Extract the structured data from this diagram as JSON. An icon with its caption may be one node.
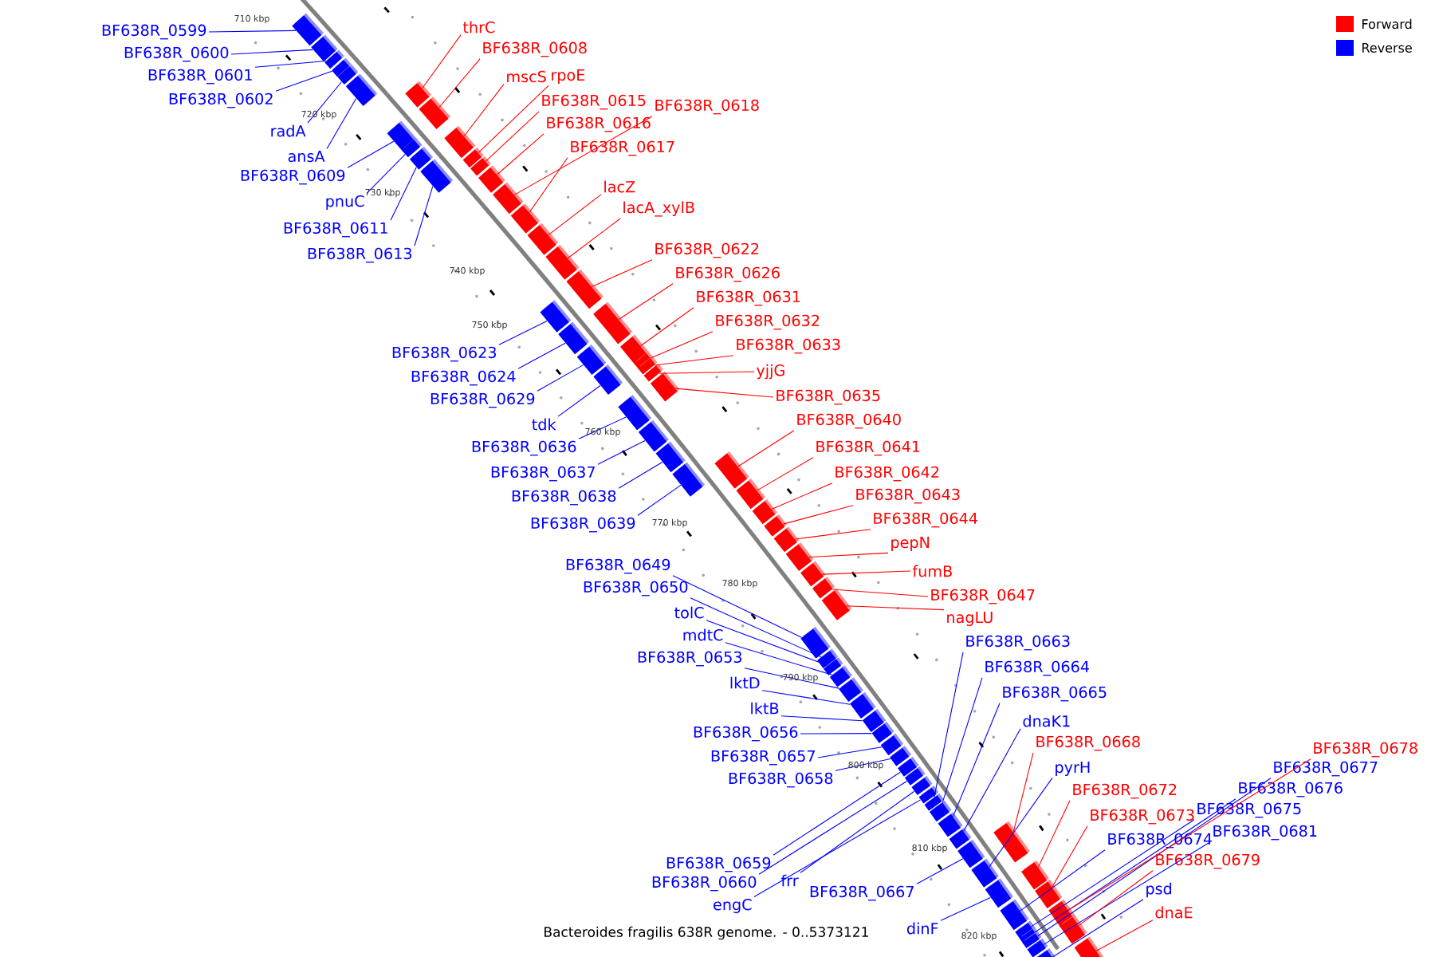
{
  "diagram": {
    "caption": "Bacteroides fragilis 638R genome. - 0..5373121",
    "nodes": [
      {
        "text": [
          "BF638R_0599"
        ]
      },
      {
        "text": [
          "BF638R_0600"
        ]
      },
      {
        "text": [
          "BF638R_0601"
        ]
      },
      {
        "text": [
          "BF638R_0602"
        ]
      },
      {
        "text": [
          "radA"
        ]
      },
      {
        "text": [
          "ansA"
        ]
      },
      {
        "text": [
          "BF638R_0609"
        ]
      },
      {
        "text": [
          "pnuC"
        ]
      },
      {
        "text": [
          "BF638R_0611"
        ]
      },
      {
        "text": [
          "BF638R_0613"
        ]
      },
      {
        "text": [
          "BF638R_0623"
        ]
      },
      {
        "text": [
          "BF638R_0624"
        ]
      },
      {
        "text": [
          "BF638R_0629"
        ]
      },
      {
        "text": [
          "tdk"
        ]
      },
      {
        "text": [
          "BF638R_0636"
        ]
      },
      {
        "text": [
          "BF638R_0637"
        ]
      },
      {
        "text": [
          "BF638R_0638"
        ]
      },
      {
        "text": [
          "BF638R_0639"
        ]
      },
      {
        "text": [
          "BF638R_0649"
        ]
      },
      {
        "text": [
          "BF638R_0650"
        ]
      },
      {
        "text": [
          "tolC"
        ]
      },
      {
        "text": [
          "mdtC"
        ]
      },
      {
        "text": [
          "BF638R_0653"
        ]
      },
      {
        "text": [
          "lktD"
        ]
      },
      {
        "text": [
          "lktB"
        ]
      },
      {
        "text": [
          "BF638R_0656"
        ]
      },
      {
        "text": [
          "BF638R_0657"
        ]
      },
      {
        "text": [
          "BF638R_0658"
        ]
      },
      {
        "text": [
          "BF638R_0659"
        ]
      },
      {
        "text": [
          "BF638R_0660"
        ]
      },
      {
        "text": [
          "frr"
        ]
      },
      {
        "text": [
          "engC"
        ]
      },
      {
        "text": [
          "BF638R_0667"
        ]
      },
      {
        "text": [
          "dinF"
        ]
      },
      {
        "text": [
          "BF638R_0663"
        ]
      },
      {
        "text": [
          "BF638R_0664"
        ]
      },
      {
        "text": [
          "BF638R_0665"
        ]
      },
      {
        "text": [
          "dnaK1"
        ]
      },
      {
        "text": [
          "pyrH"
        ]
      },
      {
        "text": [
          "BF638R_0674"
        ]
      },
      {
        "text": [
          "BF638R_0675"
        ]
      },
      {
        "text": [
          "BF638R_0676"
        ]
      },
      {
        "text": [
          "BF638R_0677"
        ]
      },
      {
        "text": [
          "BF638R_0681"
        ]
      },
      {
        "text": [
          "psd"
        ]
      },
      {
        "text": [
          "thrC"
        ]
      },
      {
        "text": [
          "BF638R_0608"
        ]
      },
      {
        "text": [
          "mscS"
        ]
      },
      {
        "text": [
          "rpoE"
        ]
      },
      {
        "text": [
          "BF638R_0615"
        ]
      },
      {
        "text": [
          "BF638R_0616"
        ]
      },
      {
        "text": [
          "BF638R_0618"
        ]
      },
      {
        "text": [
          "BF638R_0617"
        ]
      },
      {
        "text": [
          "lacZ"
        ]
      },
      {
        "text": [
          "lacA_xylB"
        ]
      },
      {
        "text": [
          "BF638R_0622"
        ]
      },
      {
        "text": [
          "BF638R_0626"
        ]
      },
      {
        "text": [
          "BF638R_0631"
        ]
      },
      {
        "text": [
          "BF638R_0632"
        ]
      },
      {
        "text": [
          "BF638R_0633"
        ]
      },
      {
        "text": [
          "yjjG"
        ]
      },
      {
        "text": [
          "BF638R_0635"
        ]
      },
      {
        "text": [
          "BF638R_0640"
        ]
      },
      {
        "text": [
          "BF638R_0641"
        ]
      },
      {
        "text": [
          "BF638R_0642"
        ]
      },
      {
        "text": [
          "BF638R_0643"
        ]
      },
      {
        "text": [
          "BF638R_0644"
        ]
      },
      {
        "text": [
          "pepN"
        ]
      },
      {
        "text": [
          "fumB"
        ]
      },
      {
        "text": [
          "BF638R_0647"
        ]
      },
      {
        "text": [
          "nagLU"
        ]
      },
      {
        "text": [
          "BF638R_0668"
        ]
      },
      {
        "text": [
          "BF638R_0672"
        ]
      },
      {
        "text": [
          "BF638R_0673"
        ]
      },
      {
        "text": [
          "BF638R_0678"
        ]
      },
      {
        "text": [
          "BF638R_0679"
        ]
      },
      {
        "text": [
          "dnaE"
        ]
      },
      {
        "text": [],
        "shape": "box"
      },
      {
        "text": [],
        "shape": "box"
      },
      {
        "text": [],
        "shape": "box"
      },
      {
        "text": [],
        "shape": "box"
      },
      {
        "text": [],
        "shape": "box"
      },
      {
        "text": [],
        "shape": "box"
      },
      {
        "text": [],
        "shape": "box"
      },
      {
        "text": [],
        "shape": "box"
      },
      {
        "text": [],
        "shape": "box"
      },
      {
        "text": [],
        "shape": "box"
      },
      {
        "text": [],
        "shape": "box"
      },
      {
        "text": [],
        "shape": "box"
      },
      {
        "text": [],
        "shape": "box"
      },
      {
        "text": [],
        "shape": "box"
      },
      {
        "text": [],
        "shape": "box"
      },
      {
        "text": [],
        "shape": "box"
      },
      {
        "text": [],
        "shape": "box"
      },
      {
        "text": [],
        "shape": "box"
      },
      {
        "text": [],
        "shape": "box"
      },
      {
        "text": [],
        "shape": "box"
      },
      {
        "text": [],
        "shape": "box"
      },
      {
        "text": [],
        "shape": "box"
      },
      {
        "text": [],
        "shape": "box"
      },
      {
        "text": [],
        "shape": "box"
      },
      {
        "text": [],
        "shape": "box"
      },
      {
        "text": [],
        "shape": "box"
      },
      {
        "text": [],
        "shape": "box"
      },
      {
        "text": [],
        "shape": "box"
      },
      {
        "text": [],
        "shape": "box"
      },
      {
        "text": [],
        "shape": "box"
      },
      {
        "text": [],
        "shape": "box"
      },
      {
        "text": [],
        "shape": "box"
      },
      {
        "text": [],
        "shape": "box"
      },
      {
        "text": [],
        "shape": "box"
      },
      {
        "text": [],
        "shape": "box"
      },
      {
        "text": [],
        "shape": "box"
      },
      {
        "text": [],
        "shape": "box"
      },
      {
        "text": [],
        "shape": "box"
      },
      {
        "text": [],
        "shape": "box"
      },
      {
        "text": [],
        "shape": "box"
      },
      {
        "text": [],
        "shape": "box"
      },
      {
        "text": [],
        "shape": "box"
      },
      {
        "text": [],
        "shape": "box"
      },
      {
        "text": [],
        "shape": "box"
      },
      {
        "text": [],
        "shape": "box"
      },
      {
        "text": [],
        "shape": "box"
      },
      {
        "text": [],
        "shape": "box"
      },
      {
        "text": [],
        "shape": "box"
      },
      {
        "text": [],
        "shape": "box"
      },
      {
        "text": [],
        "shape": "box"
      },
      {
        "text": [],
        "shape": "box"
      },
      {
        "text": [],
        "shape": "box"
      },
      {
        "text": [],
        "shape": "box"
      },
      {
        "text": [],
        "shape": "box"
      },
      {
        "text": [],
        "shape": "box"
      },
      {
        "text": [],
        "shape": "box"
      },
      {
        "text": [],
        "shape": "box"
      },
      {
        "text": [],
        "shape": "box"
      },
      {
        "text": [],
        "shape": "box"
      },
      {
        "text": [],
        "shape": "box"
      },
      {
        "text": [],
        "shape": "box"
      },
      {
        "text": [],
        "shape": "box"
      },
      {
        "text": [],
        "shape": "box"
      },
      {
        "text": [],
        "shape": "box"
      },
      {
        "text": [],
        "shape": "box"
      },
      {
        "text": [],
        "shape": "box"
      },
      {
        "text": [],
        "shape": "box"
      },
      {
        "text": [],
        "shape": "box"
      },
      {
        "text": [],
        "shape": "box"
      },
      {
        "text": [],
        "shape": "box"
      },
      {
        "text": [],
        "shape": "box"
      },
      {
        "text": [],
        "shape": "box"
      },
      {
        "text": [],
        "shape": "box"
      },
      {
        "text": [],
        "shape": "box"
      },
      {
        "text": [],
        "shape": "box"
      },
      {
        "text": [],
        "shape": "box"
      },
      {
        "text": [],
        "shape": "box"
      }
    ],
    "edges": [
      {
        "from": 0,
        "to": 77,
        "arrow": "none",
        "color": "#0000ff"
      },
      {
        "from": 1,
        "to": 78,
        "arrow": "none",
        "color": "#0000ff"
      },
      {
        "from": 2,
        "to": 79,
        "arrow": "none",
        "color": "#0000ff"
      },
      {
        "from": 3,
        "to": 80,
        "arrow": "none",
        "color": "#0000ff"
      },
      {
        "from": 4,
        "to": 81,
        "arrow": "none",
        "color": "#0000ff"
      },
      {
        "from": 5,
        "to": 82,
        "arrow": "none",
        "color": "#0000ff"
      },
      {
        "from": 6,
        "to": 83,
        "arrow": "none",
        "color": "#0000ff"
      },
      {
        "from": 7,
        "to": 84,
        "arrow": "none",
        "color": "#0000ff"
      },
      {
        "from": 8,
        "to": 85,
        "arrow": "none",
        "color": "#0000ff"
      },
      {
        "from": 9,
        "to": 86,
        "arrow": "none",
        "color": "#0000ff"
      },
      {
        "from": 10,
        "to": 87,
        "arrow": "none",
        "color": "#0000ff"
      },
      {
        "from": 11,
        "to": 88,
        "arrow": "none",
        "color": "#0000ff"
      },
      {
        "from": 12,
        "to": 89,
        "arrow": "none",
        "color": "#0000ff"
      },
      {
        "from": 13,
        "to": 90,
        "arrow": "none",
        "color": "#0000ff"
      },
      {
        "from": 14,
        "to": 91,
        "arrow": "none",
        "color": "#0000ff"
      },
      {
        "from": 15,
        "to": 92,
        "arrow": "none",
        "color": "#0000ff"
      },
      {
        "from": 16,
        "to": 93,
        "arrow": "none",
        "color": "#0000ff"
      },
      {
        "from": 17,
        "to": 94,
        "arrow": "none",
        "color": "#0000ff"
      },
      {
        "from": 18,
        "to": 95,
        "arrow": "none",
        "color": "#0000ff"
      },
      {
        "from": 19,
        "to": 96,
        "arrow": "none",
        "color": "#0000ff"
      },
      {
        "from": 20,
        "to": 97,
        "arrow": "none",
        "color": "#0000ff"
      },
      {
        "from": 21,
        "to": 98,
        "arrow": "none",
        "color": "#0000ff"
      },
      {
        "from": 22,
        "to": 99,
        "arrow": "none",
        "color": "#0000ff"
      },
      {
        "from": 23,
        "to": 100,
        "arrow": "none",
        "color": "#0000ff"
      },
      {
        "from": 24,
        "to": 101,
        "arrow": "none",
        "color": "#0000ff"
      },
      {
        "from": 25,
        "to": 102,
        "arrow": "none",
        "color": "#0000ff"
      },
      {
        "from": 26,
        "to": 103,
        "arrow": "none",
        "color": "#0000ff"
      },
      {
        "from": 27,
        "to": 104,
        "arrow": "none",
        "color": "#0000ff"
      },
      {
        "from": 28,
        "to": 105,
        "arrow": "none",
        "color": "#0000ff"
      },
      {
        "from": 29,
        "to": 106,
        "arrow": "none",
        "color": "#0000ff"
      },
      {
        "from": 30,
        "to": 107,
        "arrow": "none",
        "color": "#0000ff"
      },
      {
        "from": 31,
        "to": 108,
        "arrow": "none",
        "color": "#0000ff"
      },
      {
        "from": 32,
        "to": 109,
        "arrow": "none",
        "color": "#0000ff"
      },
      {
        "from": 33,
        "to": 110,
        "arrow": "none",
        "color": "#0000ff"
      },
      {
        "from": 34,
        "to": 111,
        "arrow": "none",
        "color": "#0000ff"
      },
      {
        "from": 35,
        "to": 112,
        "arrow": "none",
        "color": "#0000ff"
      },
      {
        "from": 36,
        "to": 113,
        "arrow": "none",
        "color": "#0000ff"
      },
      {
        "from": 37,
        "to": 114,
        "arrow": "none",
        "color": "#0000ff"
      },
      {
        "from": 38,
        "to": 115,
        "arrow": "none",
        "color": "#0000ff"
      },
      {
        "from": 39,
        "to": 116,
        "arrow": "none",
        "color": "#0000ff"
      },
      {
        "from": 40,
        "to": 117,
        "arrow": "none",
        "color": "#0000ff"
      },
      {
        "from": 41,
        "to": 118,
        "arrow": "none",
        "color": "#0000ff"
      },
      {
        "from": 42,
        "to": 119,
        "arrow": "none",
        "color": "#0000ff"
      },
      {
        "from": 43,
        "to": 120,
        "arrow": "none",
        "color": "#0000ff"
      },
      {
        "from": 44,
        "to": 121,
        "arrow": "none",
        "color": "#0000ff"
      },
      {
        "from": 45,
        "to": 122,
        "arrow": "none",
        "color": "#ff0000"
      },
      {
        "from": 46,
        "to": 123,
        "arrow": "none",
        "color": "#ff0000"
      },
      {
        "from": 47,
        "to": 124,
        "arrow": "none",
        "color": "#ff0000"
      },
      {
        "from": 48,
        "to": 125,
        "arrow": "none",
        "color": "#ff0000"
      },
      {
        "from": 49,
        "to": 126,
        "arrow": "none",
        "color": "#ff0000"
      },
      {
        "from": 50,
        "to": 127,
        "arrow": "none",
        "color": "#ff0000"
      },
      {
        "from": 51,
        "to": 128,
        "arrow": "none",
        "color": "#ff0000"
      },
      {
        "from": 52,
        "to": 129,
        "arrow": "none",
        "color": "#ff0000"
      },
      {
        "from": 53,
        "to": 130,
        "arrow": "none",
        "color": "#ff0000"
      },
      {
        "from": 54,
        "to": 131,
        "arrow": "none",
        "color": "#ff0000"
      },
      {
        "from": 55,
        "to": 132,
        "arrow": "none",
        "color": "#ff0000"
      },
      {
        "from": 56,
        "to": 133,
        "arrow": "none",
        "color": "#ff0000"
      },
      {
        "from": 57,
        "to": 134,
        "arrow": "none",
        "color": "#ff0000"
      },
      {
        "from": 58,
        "to": 135,
        "arrow": "none",
        "color": "#ff0000"
      },
      {
        "from": 59,
        "to": 136,
        "arrow": "none",
        "color": "#ff0000"
      },
      {
        "from": 60,
        "to": 137,
        "arrow": "none",
        "color": "#ff0000"
      },
      {
        "from": 61,
        "to": 138,
        "arrow": "none",
        "color": "#ff0000"
      },
      {
        "from": 62,
        "to": 139,
        "arrow": "none",
        "color": "#ff0000"
      },
      {
        "from": 63,
        "to": 140,
        "arrow": "none",
        "color": "#ff0000"
      },
      {
        "from": 64,
        "to": 141,
        "arrow": "none",
        "color": "#ff0000"
      },
      {
        "from": 65,
        "to": 142,
        "arrow": "none",
        "color": "#ff0000"
      },
      {
        "from": 66,
        "to": 143,
        "arrow": "none",
        "color": "#ff0000"
      },
      {
        "from": 67,
        "to": 144,
        "arrow": "none",
        "color": "#ff0000"
      },
      {
        "from": 68,
        "to": 145,
        "arrow": "none",
        "color": "#ff0000"
      },
      {
        "from": 69,
        "to": 146,
        "arrow": "none",
        "color": "#ff0000"
      },
      {
        "from": 70,
        "to": 147,
        "arrow": "none",
        "color": "#ff0000"
      },
      {
        "from": 71,
        "to": 148,
        "arrow": "none",
        "color": "#ff0000"
      },
      {
        "from": 72,
        "to": 149,
        "arrow": "none",
        "color": "#ff0000"
      },
      {
        "from": 73,
        "to": 150,
        "arrow": "none",
        "color": "#ff0000"
      },
      {
        "from": 74,
        "to": 151,
        "arrow": "none",
        "color": "#ff0000"
      },
      {
        "from": 75,
        "to": 152,
        "arrow": "none",
        "color": "#ff0000"
      },
      {
        "from": 76,
        "to": 153,
        "arrow": "none",
        "color": "#ff0000"
      }
    ],
    "labels": [
      "710 kbp",
      "720 kbp",
      "730 kbp",
      "740 kbp",
      "750 kbp",
      "760 kbp",
      "770 kbp",
      "780 kbp",
      "790 kbp",
      "800 kbp",
      "810 kbp",
      "820 kbp"
    ],
    "legend": [
      {
        "text": "Forward",
        "color": "#ff0000"
      },
      {
        "text": "Reverse",
        "color": "#0000ff"
      }
    ]
  }
}
